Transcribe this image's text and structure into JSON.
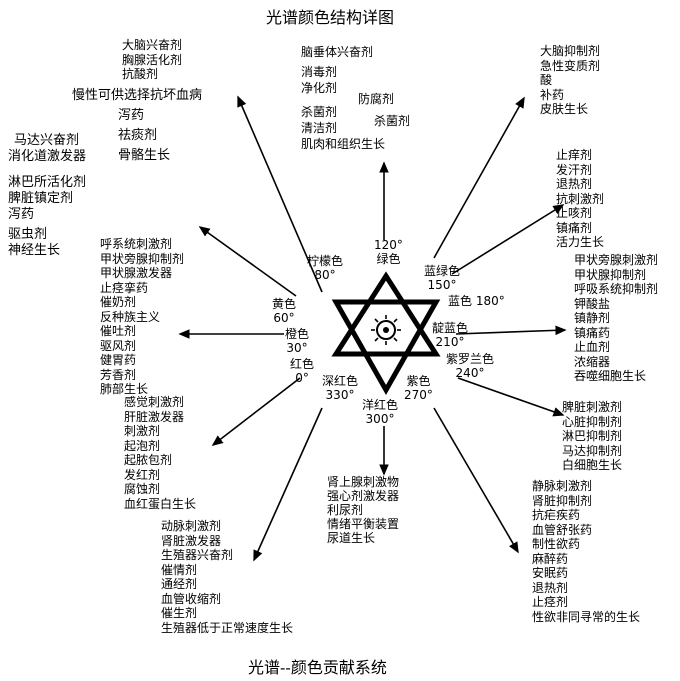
{
  "title_top": "光谱颜色结构详图",
  "title_bottom": "光谱--颜色贡献系统",
  "hues": [
    {
      "name": "柠檬色",
      "angle": "80°"
    },
    {
      "name": "绿色",
      "angle": "120°"
    },
    {
      "name": "蓝绿色",
      "angle": "150°"
    },
    {
      "name": "蓝色",
      "angle": "180°"
    },
    {
      "name": "靛蓝色",
      "angle": "210°"
    },
    {
      "name": "紫罗兰色",
      "angle": "240°"
    },
    {
      "name": "紫色",
      "angle": "270°"
    },
    {
      "name": "洋红色",
      "angle": "300°"
    },
    {
      "name": "深红色",
      "angle": "330°"
    },
    {
      "name": "红色",
      "angle": "0°"
    },
    {
      "name": "橙色",
      "angle": "30°"
    },
    {
      "name": "黄色",
      "angle": "60°"
    }
  ],
  "effects": {
    "top_left_a": [
      "大脑兴奋剂",
      "胸腺活化剂",
      "抗酸剂"
    ],
    "top_left_b": [
      "慢性可供选择抗坏血病",
      "泻药",
      "祛痰剂",
      "骨骼生长"
    ],
    "top_center_a": [
      "脑垂体兴奋剂",
      "消毒剂",
      "净化剂"
    ],
    "top_center_b": [
      "杀菌剂",
      "清洁剂",
      "肌肉和组织生长"
    ],
    "top_center_c": [
      "防腐剂",
      "杀菌剂"
    ],
    "top_right": [
      "大脑抑制剂",
      "急性变质剂",
      "酸",
      "补药",
      "皮肤生长"
    ],
    "left_upper": [
      "马达兴奋剂",
      "消化道激发器",
      "淋巴所活化剂",
      "脾脏镇定剂",
      "泻药",
      "驱虫剂",
      "神经生长"
    ],
    "right_upper": [
      "止痒剂",
      "发汗剂",
      "退热剂",
      "抗刺激剂",
      "止咳剂",
      "镇痛剂",
      "活力生长"
    ],
    "left_mid": [
      "呼系统刺激剂",
      "甲状旁腺抑制剂",
      "甲状腺激发器",
      "止痉挛药",
      "催奶剂",
      "反种族主义",
      "催吐剂",
      "驱风剂",
      "健胃药",
      "芳香剂",
      "肺部生长"
    ],
    "right_mid": [
      "甲状旁腺刺激剂",
      "甲状腺抑制剂",
      "呼吸系统抑制剂",
      "钾酸盐",
      "镇静剂",
      "镇痛药",
      "止血剂",
      "浓缩器",
      "吞噬细胞生长"
    ],
    "left_lower": [
      "感觉刺激剂",
      "肝脏激发器",
      "刺激剂",
      "起泡剂",
      "起脓包剂",
      "发红剂",
      "腐蚀剂",
      "血红蛋白生长"
    ],
    "right_lower": [
      "脾脏刺激剂",
      "心脏抑制剂",
      "淋巴抑制剂",
      "马达抑制剂",
      "白细胞生长"
    ],
    "bottom_center": [
      "肾上腺刺激物",
      "强心剂激发器",
      "利尿剂",
      "情绪平衡装置",
      "尿道生长"
    ],
    "bottom_left": [
      "动脉刺激剂",
      "肾脏激发器",
      "生殖器兴奋剂",
      "催情剂",
      "通经剂",
      "血管收缩剂",
      "催生剂",
      "生殖器低于正常速度生长"
    ],
    "bottom_right": [
      "静脉刺激剂",
      "肾脏抑制剂",
      "抗疟疾药",
      "血管舒张药",
      "制性欲药",
      "麻醉药",
      "安眠药",
      "退热剂",
      "止痉剂",
      "性欲非同寻常的生长"
    ]
  },
  "colors": {
    "ink": "#000000",
    "background": "#ffffff"
  }
}
